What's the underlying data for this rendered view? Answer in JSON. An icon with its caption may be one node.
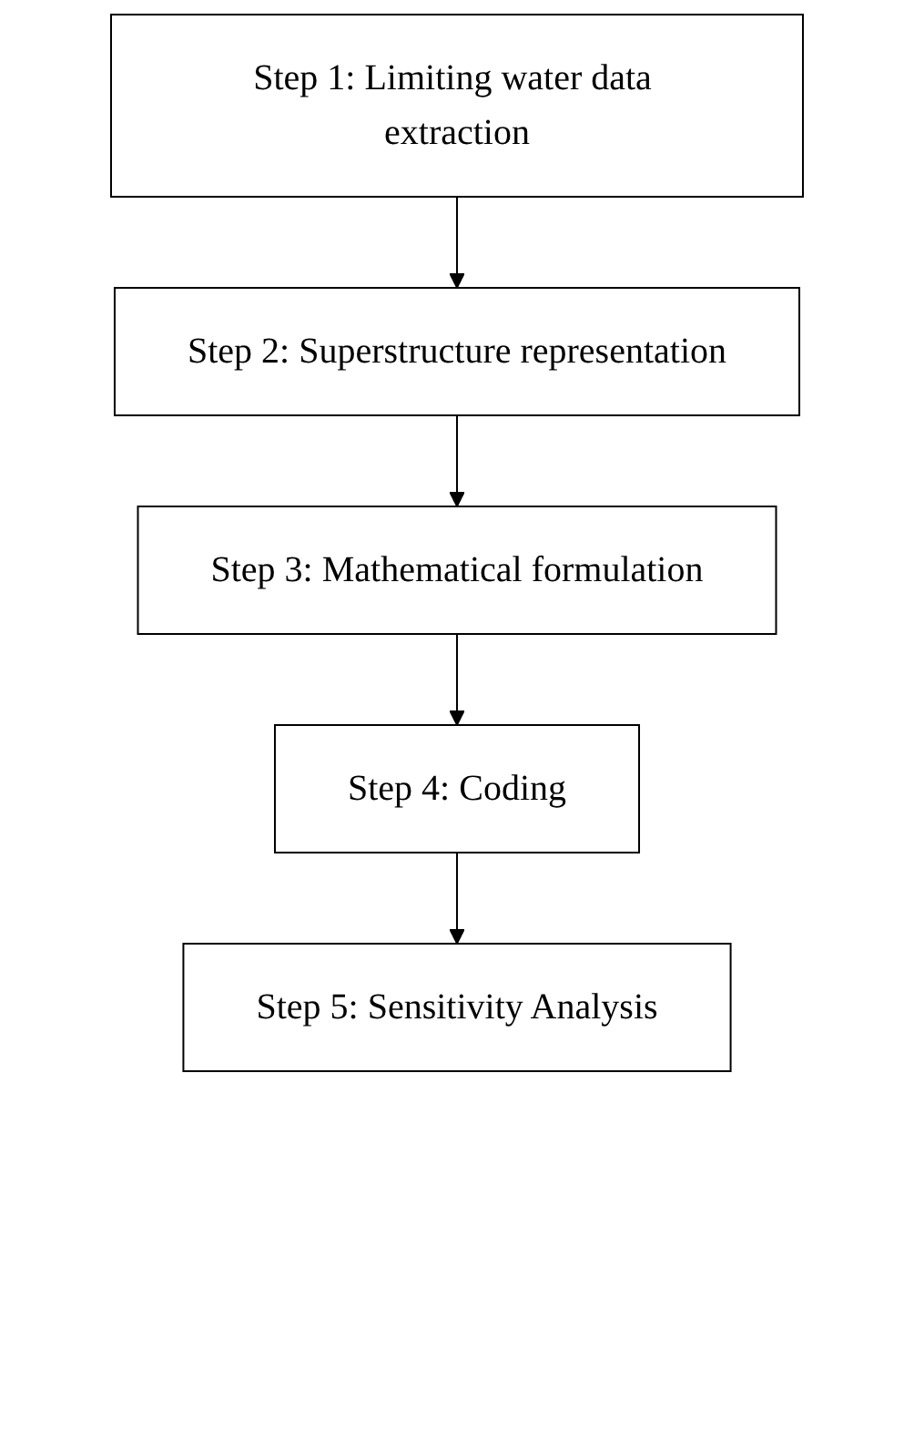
{
  "diagram": {
    "nodes": [
      {
        "text": [
          "Step 1: Limiting water data extraction"
        ]
      },
      {
        "text": [
          "Step 2: Superstructure representation"
        ]
      },
      {
        "text": [
          "Step 3: Mathematical formulation"
        ]
      },
      {
        "text": [
          "Step 4: Coding"
        ]
      },
      {
        "text": [
          "Step 5: Sensitivity Analysis"
        ]
      }
    ],
    "edges": [
      {
        "from": 0,
        "to": 1,
        "arrow": "to"
      },
      {
        "from": 1,
        "to": 2,
        "arrow": "to"
      },
      {
        "from": 2,
        "to": 3,
        "arrow": "to"
      },
      {
        "from": 3,
        "to": 4,
        "arrow": "to"
      }
    ]
  }
}
